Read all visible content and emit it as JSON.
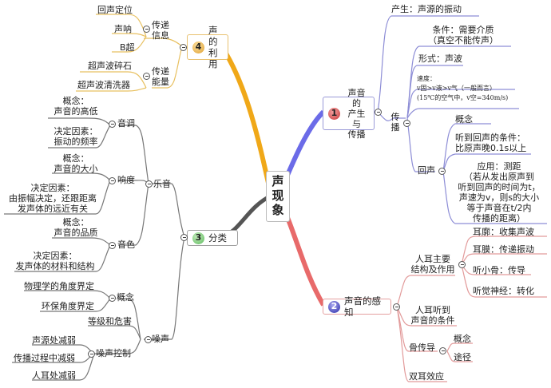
{
  "central": "声现象",
  "colors": {
    "branch1": "#6b6be8",
    "branch2": "#e86a6a",
    "branch3": "#555555",
    "branch4": "#f0a818",
    "leaf1": "#8d8dd6",
    "leaf2": "#e29a9a",
    "leaf3": "#777777",
    "leaf4": "#e8c060"
  },
  "branches": {
    "b1": {
      "number": "1",
      "label_lines": [
        "声音的",
        "产生与",
        "传播"
      ],
      "children": {
        "produce": "产生：声源的振动",
        "propagate": {
          "label_lines": [
            "传",
            "播"
          ],
          "condition": [
            "条件：需要介质",
            "（真空不能传声）"
          ],
          "form": "形式：声波",
          "speed": [
            "速度：",
            "v固>v液>v气（一般而言）",
            "(15℃的空气中，v空=340m/s)"
          ],
          "echo": {
            "label": "回声",
            "concept": "概念",
            "condition": [
              "听到回声的条件：",
              "比原声晚0.1s以上"
            ],
            "application": [
              "应用：测距",
              "（若从发出原声到",
              "听到回声的时间为t，",
              "声速为v，则s的大小",
              "等于声音在t/2内",
              "传播的距离）"
            ]
          }
        }
      }
    },
    "b2": {
      "number": "2",
      "label": "声音的感知",
      "children": {
        "ear": {
          "label_lines": [
            "人耳主要",
            "结构及作用"
          ],
          "items": [
            "耳廓：收集声波",
            "耳膜：传递振动",
            "听小骨：传导",
            "听觉神经：转化"
          ]
        },
        "hearing_condition": [
          "人耳听到",
          "声音的条件"
        ],
        "bone": {
          "label": "骨传导",
          "items": [
            "概念",
            "途径"
          ]
        },
        "binaural": "双耳效应"
      }
    },
    "b3": {
      "number": "3",
      "label": "分类",
      "music": {
        "label": "乐音",
        "pitch": {
          "label": "音调",
          "items": [
            [
              "概念：",
              "声音的高低"
            ],
            [
              "决定因素：",
              "振动的频率"
            ]
          ]
        },
        "loudness": {
          "label": "响度",
          "items": [
            [
              "概念：",
              "声音的大小"
            ],
            [
              "决定因素：",
              "由振幅决定，还跟距离",
              "发声体的远近有关"
            ]
          ]
        },
        "timbre": {
          "label": "音色",
          "items": [
            [
              "概念：",
              "声音的品质"
            ],
            [
              "决定因素：",
              "发声体的材料和结构"
            ]
          ]
        }
      },
      "noise": {
        "label": "噪声",
        "concept": {
          "label": "概念",
          "items": [
            "物理学的角度界定",
            "环保角度界定"
          ]
        },
        "level": "等级和危害",
        "control": {
          "label": "噪声控制",
          "items": [
            "声源处减弱",
            "传播过程中减弱",
            "人耳处减弱"
          ]
        }
      }
    },
    "b4": {
      "number": "4",
      "label_lines": [
        "声的",
        "利用"
      ],
      "info": {
        "label_lines": [
          "传递",
          "信息"
        ],
        "items": [
          "回声定位",
          "声呐",
          "B超"
        ]
      },
      "energy": {
        "label_lines": [
          "传递",
          "能量"
        ],
        "items": [
          "超声波碎石",
          "超声波清洗器"
        ]
      }
    }
  }
}
